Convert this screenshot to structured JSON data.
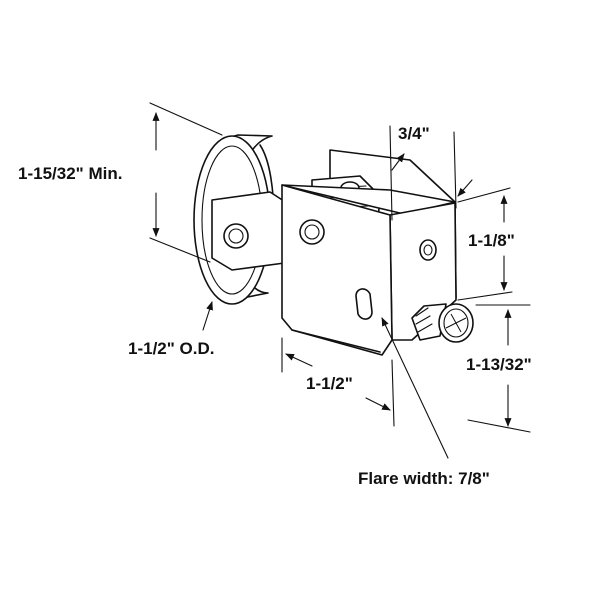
{
  "diagram": {
    "labels": {
      "wheel_height": "1-15/32\" Min.",
      "wheel_diameter": "1-1/2\" O.D.",
      "bracket_depth": "3/4\"",
      "bracket_upper_height": "1-1/8\"",
      "bracket_lower_height": "1-13/32\"",
      "bracket_width": "1-1/2\"",
      "flare_width": "Flare width: 7/8\""
    },
    "colors": {
      "ink": "#111111",
      "background": "#ffffff"
    }
  }
}
